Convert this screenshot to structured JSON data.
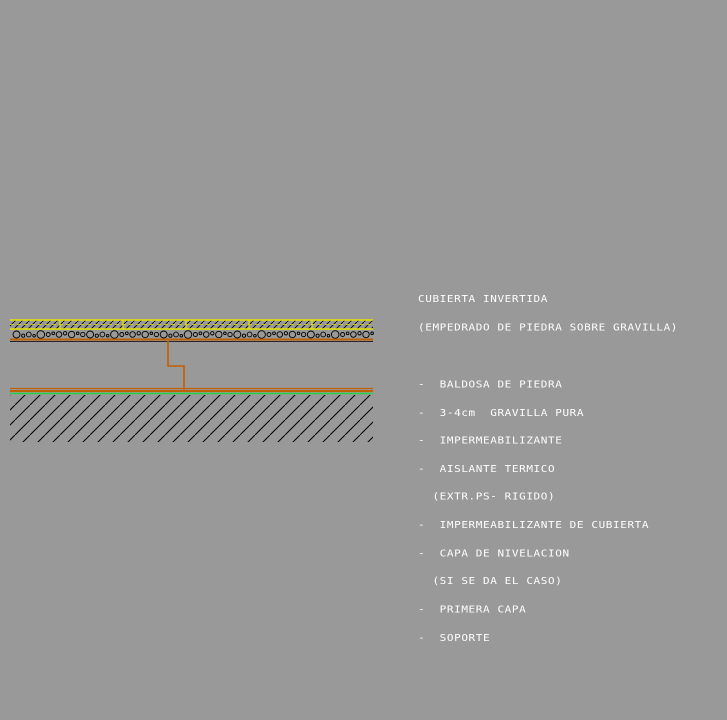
{
  "title": {
    "line1": "CUBIERTA INVERTIDA",
    "line2": "(EMPEDRADO DE PIEDRA SOBRE GRAVILLA)"
  },
  "layers": [
    "-  BALDOSA DE PIEDRA",
    "-  3-4cm  GRAVILLA PURA",
    "-  IMPERMEABILIZANTE",
    "-  AISLANTE TERMICO",
    "  (EXTR.PS- RIGIDO)",
    "-  IMPERMEABILIZANTE DE CUBIERTA",
    "-  CAPA DE NIVELACION",
    "  (SI SE DA EL CASO)",
    "-  PRIMERA CAPA",
    "-  SOPORTE"
  ],
  "colors": {
    "background": "#999999",
    "stone": "#e6e600",
    "membrane": "#c06000",
    "insulation": "#2ecc40",
    "lines": "#000000",
    "text": "#ffffff"
  }
}
